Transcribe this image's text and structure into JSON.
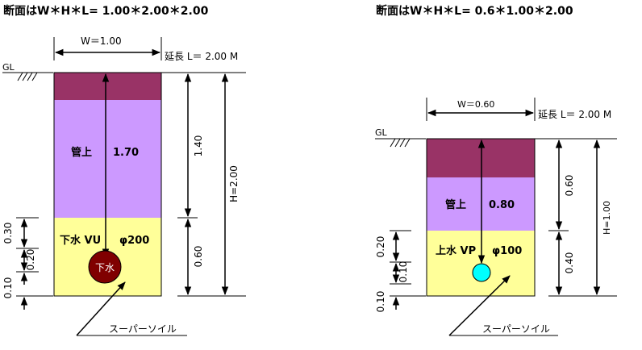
{
  "left": {
    "title": "断面はW＊H＊L= 1.00＊2.00＊2.00",
    "width_label": "W＝1.00",
    "length_label": "延長 L＝ 2.00 M",
    "gl_label": "GL",
    "cover_label": "管上",
    "cover_value": "1.70",
    "pipe_label": "下水 VU",
    "pipe_size": "φ200",
    "pipe_badge": "下水",
    "dim_upper": "1.40",
    "dim_lower": "0.60",
    "dim_total": "H=2.00",
    "side_dims": [
      "0.30",
      "0.20",
      "0.10"
    ],
    "soil_label": "スーパーソイル",
    "colors": {
      "top": "#993366",
      "middle": "#cc99ff",
      "bottom": "#ffff99",
      "pipe": "#800000"
    }
  },
  "right": {
    "title": "断面はW＊H＊L= 0.6＊1.00＊2.00",
    "width_label": "W＝0.60",
    "length_label": "延長 L＝ 2.00 M",
    "gl_label": "GL",
    "cover_label": "管上",
    "cover_value": "0.80",
    "pipe_label": "上水 VP",
    "pipe_size": "φ100",
    "dim_upper": "0.60",
    "dim_lower": "0.40",
    "dim_total": "H=1.00",
    "side_dims": [
      "0.20",
      "0.10",
      "0.10"
    ],
    "soil_label": "スーパーソイル",
    "colors": {
      "top": "#993366",
      "middle": "#cc99ff",
      "bottom": "#ffff99",
      "pipe": "#00ffff"
    }
  }
}
